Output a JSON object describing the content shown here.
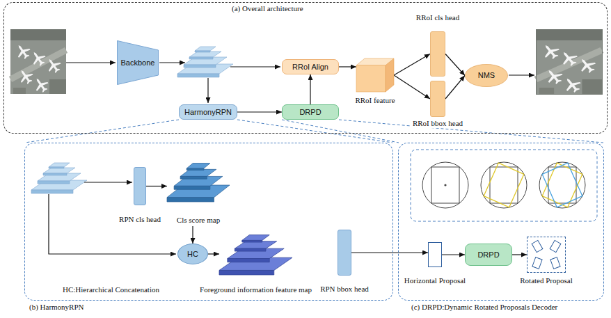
{
  "diagram": {
    "nodes": [
      {
        "text": [
          "(a) Overall architecture"
        ]
      },
      {
        "text": [
          "Backbone"
        ],
        "in": 0
      },
      {
        "text": [
          "RRoI Align"
        ],
        "in": 0
      },
      {
        "text": [
          "RRoI cls head"
        ],
        "in": 0
      },
      {
        "text": [
          "RRoI feature"
        ],
        "in": 0
      },
      {
        "text": [
          "RRoI bbox head"
        ],
        "in": 0
      },
      {
        "text": [
          "NMS"
        ],
        "in": 0
      },
      {
        "text": [
          "HarmonyRPN"
        ],
        "in": 0
      },
      {
        "text": [
          "DRPD"
        ],
        "in": 0
      },
      {
        "text": [
          "(b) HarmonyRPN"
        ]
      },
      {
        "text": [
          "RPN cls head"
        ],
        "in": 9
      },
      {
        "text": [
          "Cls score map"
        ],
        "in": 9
      },
      {
        "text": [
          "HC"
        ],
        "in": 9
      },
      {
        "text": [
          "Foreground information feature map"
        ],
        "in": 9
      },
      {
        "text": [
          "RPN bbox head"
        ],
        "in": 9
      },
      {
        "text": [
          "(c) DRPD:Dynamic Rotated Proposals Decoder"
        ]
      },
      {
        "text": [
          "Horizontal Proposal"
        ],
        "in": 15
      },
      {
        "text": [
          "DRPD"
        ],
        "in": 15
      },
      {
        "text": [
          "Rotated Proposal"
        ],
        "in": 15
      }
    ],
    "edges": [
      {
        "from": 2,
        "to": 4,
        "arrow": "to"
      },
      {
        "from": 4,
        "to": 3,
        "arrow": "to"
      },
      {
        "from": 4,
        "to": 5,
        "arrow": "to"
      },
      {
        "from": 3,
        "to": 6,
        "arrow": "to"
      },
      {
        "from": 5,
        "to": 6,
        "arrow": "to"
      },
      {
        "from": 7,
        "to": 8,
        "arrow": "to"
      },
      {
        "from": 8,
        "to": 2,
        "arrow": "to"
      },
      {
        "from": 10,
        "to": 11,
        "arrow": "to"
      },
      {
        "from": 11,
        "to": 12,
        "arrow": "to"
      },
      {
        "from": 12,
        "to": 13,
        "arrow": "to"
      },
      {
        "from": 14,
        "to": 16,
        "arrow": "to"
      },
      {
        "from": 16,
        "to": 17,
        "arrow": "to"
      },
      {
        "from": 17,
        "to": 18,
        "arrow": "to"
      }
    ],
    "labels": [
      "HC:Hierarchical Concatenation"
    ]
  }
}
